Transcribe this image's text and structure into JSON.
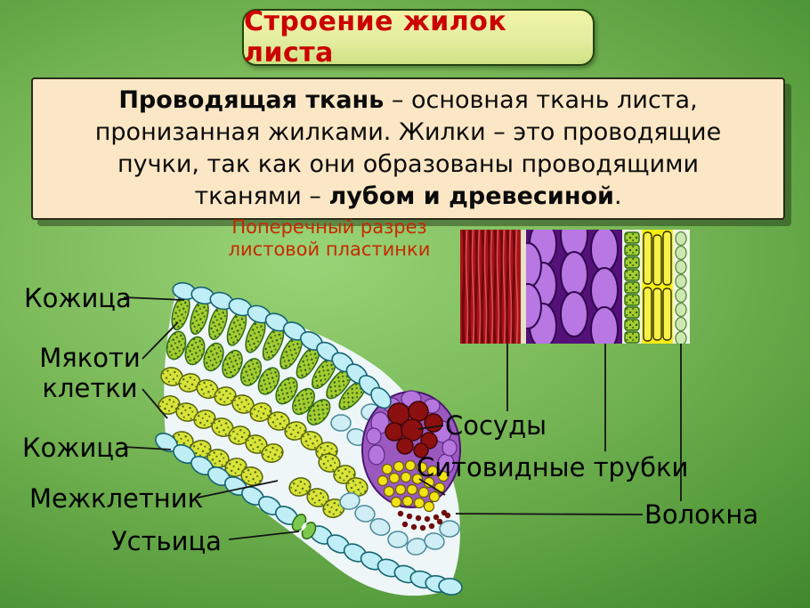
{
  "title": "Строение жилок листа",
  "definition": {
    "line1_bold": "Проводящая ткань",
    "line1_rest": " – основная ткань листа,",
    "line2": "пронизанная жилками. Жилки – это проводящие",
    "line3": "пучки, так как они образованы проводящими",
    "line4_pre": "тканями – ",
    "line4_bold": "лубом и древесиной",
    "line4_end": "."
  },
  "caption": {
    "line1": "Поперечный разрез",
    "line2": "листовой пластинки"
  },
  "labels": {
    "epidermis_top": "Кожица",
    "mesophyll_cells": "Мякоти клетки",
    "epidermis_bottom": "Кожица",
    "intercellular_space": "Межклетник",
    "stomata": "Устьица",
    "vessels": "Сосуды",
    "sieve_tubes": "Ситовидные трубки",
    "fibers": "Волокна"
  },
  "colors": {
    "title_text": "#cc0000",
    "caption_text": "#c82800",
    "definition_box_bg": "#fbe7c5",
    "title_box_top": "#f2f4a6",
    "title_box_bottom": "#cfe285",
    "background_center": "#9ad478",
    "background_edge": "#2d6c20",
    "label_text": "#000000"
  }
}
